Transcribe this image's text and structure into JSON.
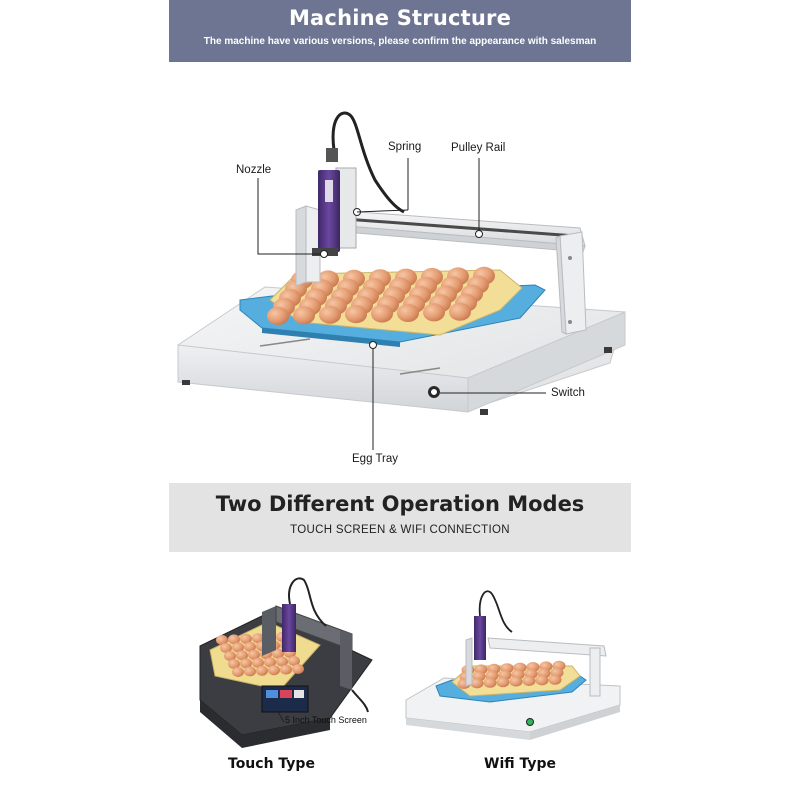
{
  "header": {
    "title": "Machine Structure",
    "subtitle": "The machine have various versions, please confirm the appearance with salesman"
  },
  "callouts": {
    "nozzle": "Nozzle",
    "spring": "Spring",
    "pulley_rail": "Pulley Rail",
    "switch": "Switch",
    "egg_tray": "Egg Tray"
  },
  "modes": {
    "title": "Two Different Operation Modes",
    "subtitle": "TOUCH SCREEN & WIFI CONNECTION",
    "touch_type": "Touch Type",
    "wifi_type": "Wifi Type",
    "touch_screen_note": "5 Inch Touch Screen"
  },
  "colors": {
    "header_bg": "#6d7592",
    "modes_bg": "#e3e3e3",
    "tray_blue": "#4fa6d8",
    "egg": "#e8a47a",
    "carton": "#f0dc90",
    "nozzle_purple": "#5b3b86",
    "frame": "#e9eaec"
  }
}
